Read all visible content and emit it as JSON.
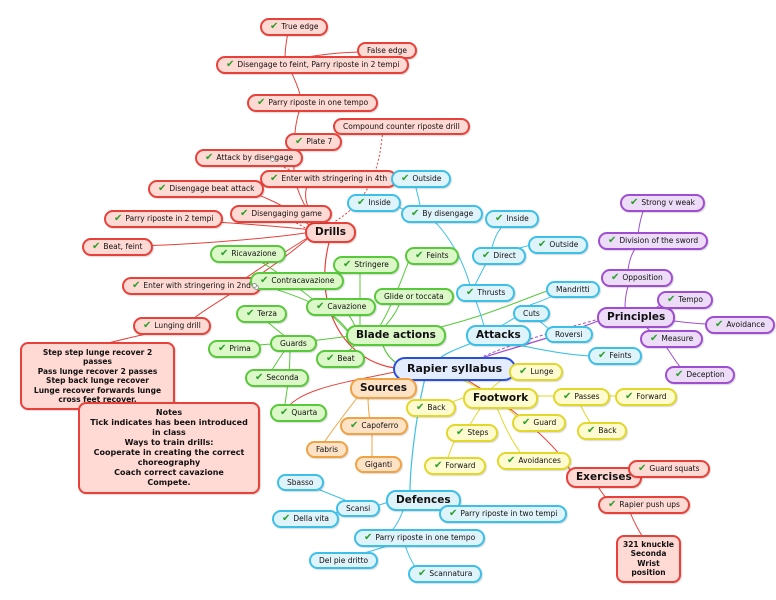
{
  "center": "Rapier syllabus",
  "drills": {
    "label": "Drills",
    "items": {
      "true_edge": "True edge",
      "false_edge": "False edge",
      "disengage_feint": "Disengage to feint, Parry riposte in 2 tempi",
      "parry_riposte_one": "Parry riposte in one tempo",
      "compound_counter": "Compound counter riposte drill",
      "plate7": "Plate 7",
      "attack_disengage": "Attack by disengage",
      "stringering_4th": "Enter with stringering in 4th",
      "disengage_beat": "Disengage beat attack",
      "disengaging_game": "Disengaging game",
      "parry_riposte_2": "Parry riposte in 2 tempi",
      "beat_feint": "Beat, feint",
      "stringering_2nd": "Enter with stringering in 2nd",
      "lunging_drill": "Lunging drill"
    },
    "lunging_notes": [
      "Step step lunge recover 2 passes",
      "Pass lunge recover 2 passes",
      "Step back lunge recover",
      "Lunge recover forwards lunge cross feet recover."
    ]
  },
  "notes": {
    "lines": [
      "Notes",
      "Tick indicates has been introduced in class",
      "Ways to train drills:",
      "Cooperate in creating the correct choreography",
      "Coach correct cavazione",
      "Compete."
    ]
  },
  "blade_actions": {
    "label": "Blade actions",
    "items": {
      "ricavazione": "Ricavazione",
      "contracavazione": "Contracavazione",
      "stringere": "Stringere",
      "feints": "Feints",
      "glide": "Glide or toccata",
      "cavazione": "Cavazione",
      "beat": "Beat"
    }
  },
  "guards": {
    "label": "Guards",
    "items": {
      "terza": "Terza",
      "prima": "Prima",
      "seconda": "Seconda",
      "quarta": "Quarta"
    }
  },
  "sources": {
    "label": "Sources",
    "items": {
      "capoferro": "Capoferro",
      "fabris": "Fabris",
      "giganti": "Giganti"
    }
  },
  "attacks": {
    "label": "Attacks",
    "items": {
      "outside_top": "Outside",
      "inside_top": "Inside",
      "by_disengage": "By disengage",
      "inside": "Inside",
      "outside": "Outside",
      "direct": "Direct",
      "thrusts": "Thrusts",
      "mandritti": "Mandritti",
      "cuts": "Cuts",
      "roversi": "Roversi",
      "feints": "Feints"
    }
  },
  "principles": {
    "label": "Principles",
    "items": {
      "strong_weak": "Strong v weak",
      "division": "Division of the sword",
      "opposition": "Opposition",
      "tempo": "Tempo",
      "avoidance": "Avoidance",
      "measure": "Measure",
      "deception": "Deception"
    }
  },
  "footwork": {
    "label": "Footwork",
    "items": {
      "lunge": "Lunge",
      "back_left": "Back",
      "passes": "Passes",
      "forward_right": "Forward",
      "steps": "Steps",
      "guard": "Guard",
      "back_right": "Back",
      "forward_left": "Forward",
      "avoidances": "Avoidances"
    }
  },
  "exercises": {
    "label": "Exercises",
    "items": {
      "guard_squats": "Guard squats",
      "push_ups": "Rapier push ups"
    },
    "notes": [
      "321 knuckle",
      "Seconda",
      "Wrist position"
    ]
  },
  "defences": {
    "label": "Defences",
    "items": {
      "sbasso": "Sbasso",
      "scansi": "Scansi",
      "della_vita": "Della vita",
      "parry_two": "Parry riposte in two tempi",
      "parry_one": "Parry riposte in one tempo",
      "del_pie": "Del pie dritto",
      "scannatura": "Scannatura"
    }
  },
  "colors": {
    "red": "#e8413a",
    "green": "#58c93a",
    "blue": "#3cc0e8",
    "purple": "#a04ed1",
    "yellow": "#e3d82a",
    "orange": "#f0a342",
    "center": "#2a4fd8"
  }
}
